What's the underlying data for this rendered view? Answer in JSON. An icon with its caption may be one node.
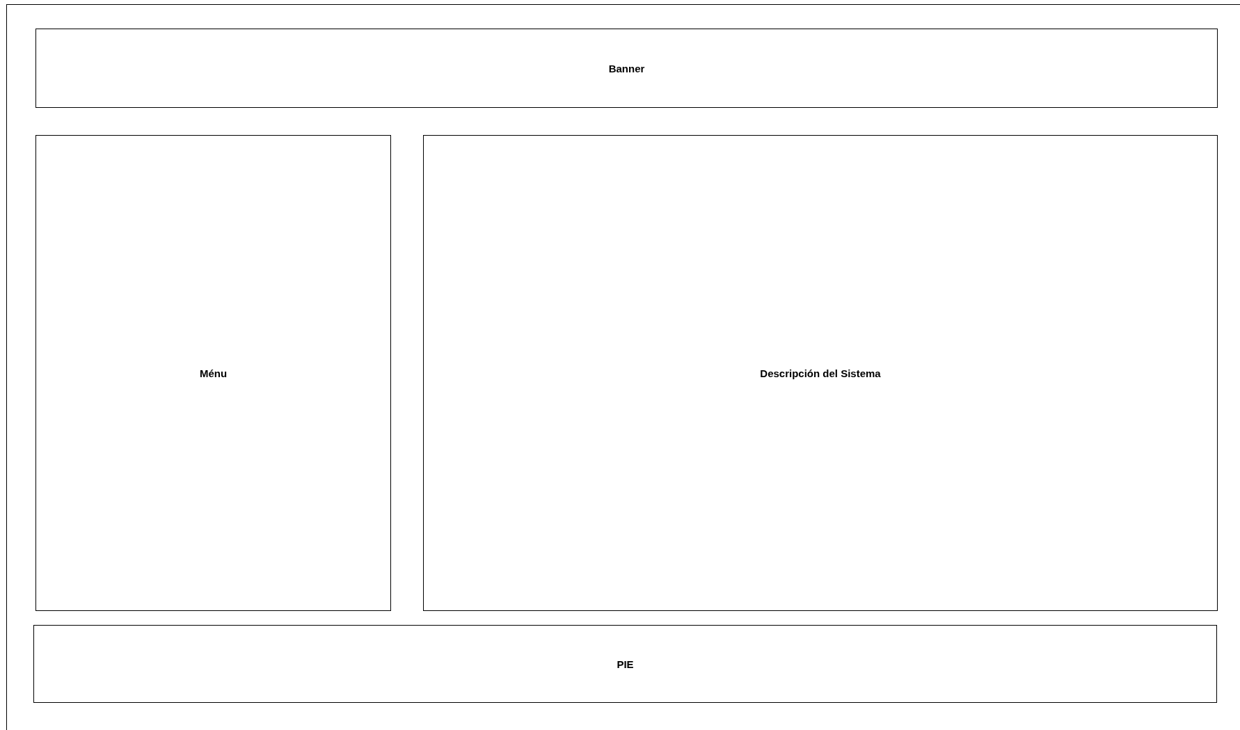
{
  "diagram": {
    "nodes": [
      {
        "text": [],
        "shape": "box"
      },
      {
        "text": [
          "Banner"
        ],
        "in": 0
      },
      {
        "text": [
          "Ménu"
        ],
        "in": 0
      },
      {
        "text": [
          "Descripción del Sistema"
        ],
        "in": 0
      },
      {
        "text": [
          "PIE"
        ],
        "in": 0
      }
    ]
  }
}
